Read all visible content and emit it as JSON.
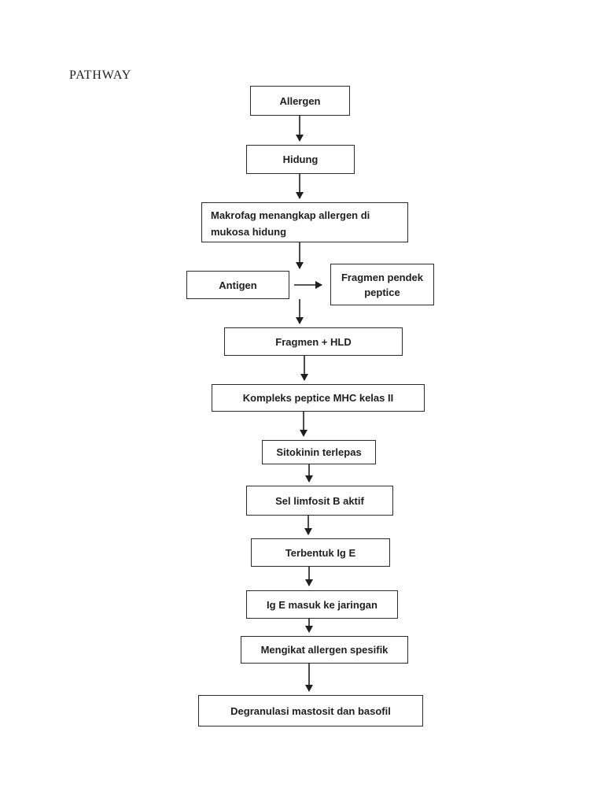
{
  "page": {
    "title": "PATHWAY",
    "background": "#ffffff"
  },
  "colors": {
    "box_border": "#2b2b2b",
    "text": "#1f1f1f",
    "arrow": "#1f1f1f"
  },
  "flowchart": {
    "nodes": [
      {
        "id": "allergen",
        "label": "Allergen"
      },
      {
        "id": "hidung",
        "label": "Hidung"
      },
      {
        "id": "makrofag",
        "label": "Makrofag menangkap allergen di mukosa hidung"
      },
      {
        "id": "antigen",
        "label": "Antigen"
      },
      {
        "id": "fragmen_pendek",
        "label": [
          "Fragmen pendek",
          "peptice"
        ]
      },
      {
        "id": "fragmen_hld",
        "label": "Fragmen + HLD"
      },
      {
        "id": "kompleks",
        "label": "Kompleks peptice MHC kelas II"
      },
      {
        "id": "sitokinin",
        "label": "Sitokinin terlepas"
      },
      {
        "id": "sel_limfosit",
        "label": "Sel limfosit B aktif"
      },
      {
        "id": "terbentuk_ige",
        "label": "Terbentuk Ig E"
      },
      {
        "id": "ige_masuk",
        "label": "Ig E masuk ke jaringan"
      },
      {
        "id": "mengikat",
        "label": "Mengikat allergen spesifik"
      },
      {
        "id": "degranulasi",
        "label": "Degranulasi mastosit dan basofil"
      }
    ],
    "edges": [
      {
        "from": "allergen",
        "to": "hidung"
      },
      {
        "from": "hidung",
        "to": "makrofag"
      },
      {
        "from": "makrofag",
        "to": "antigen"
      },
      {
        "from": "antigen",
        "to": "fragmen_pendek"
      },
      {
        "from": "antigen",
        "to": "fragmen_hld"
      },
      {
        "from": "fragmen_hld",
        "to": "kompleks"
      },
      {
        "from": "kompleks",
        "to": "sitokinin"
      },
      {
        "from": "sitokinin",
        "to": "sel_limfosit"
      },
      {
        "from": "sel_limfosit",
        "to": "terbentuk_ige"
      },
      {
        "from": "terbentuk_ige",
        "to": "ige_masuk"
      },
      {
        "from": "ige_masuk",
        "to": "mengikat"
      },
      {
        "from": "mengikat",
        "to": "degranulasi"
      }
    ]
  }
}
